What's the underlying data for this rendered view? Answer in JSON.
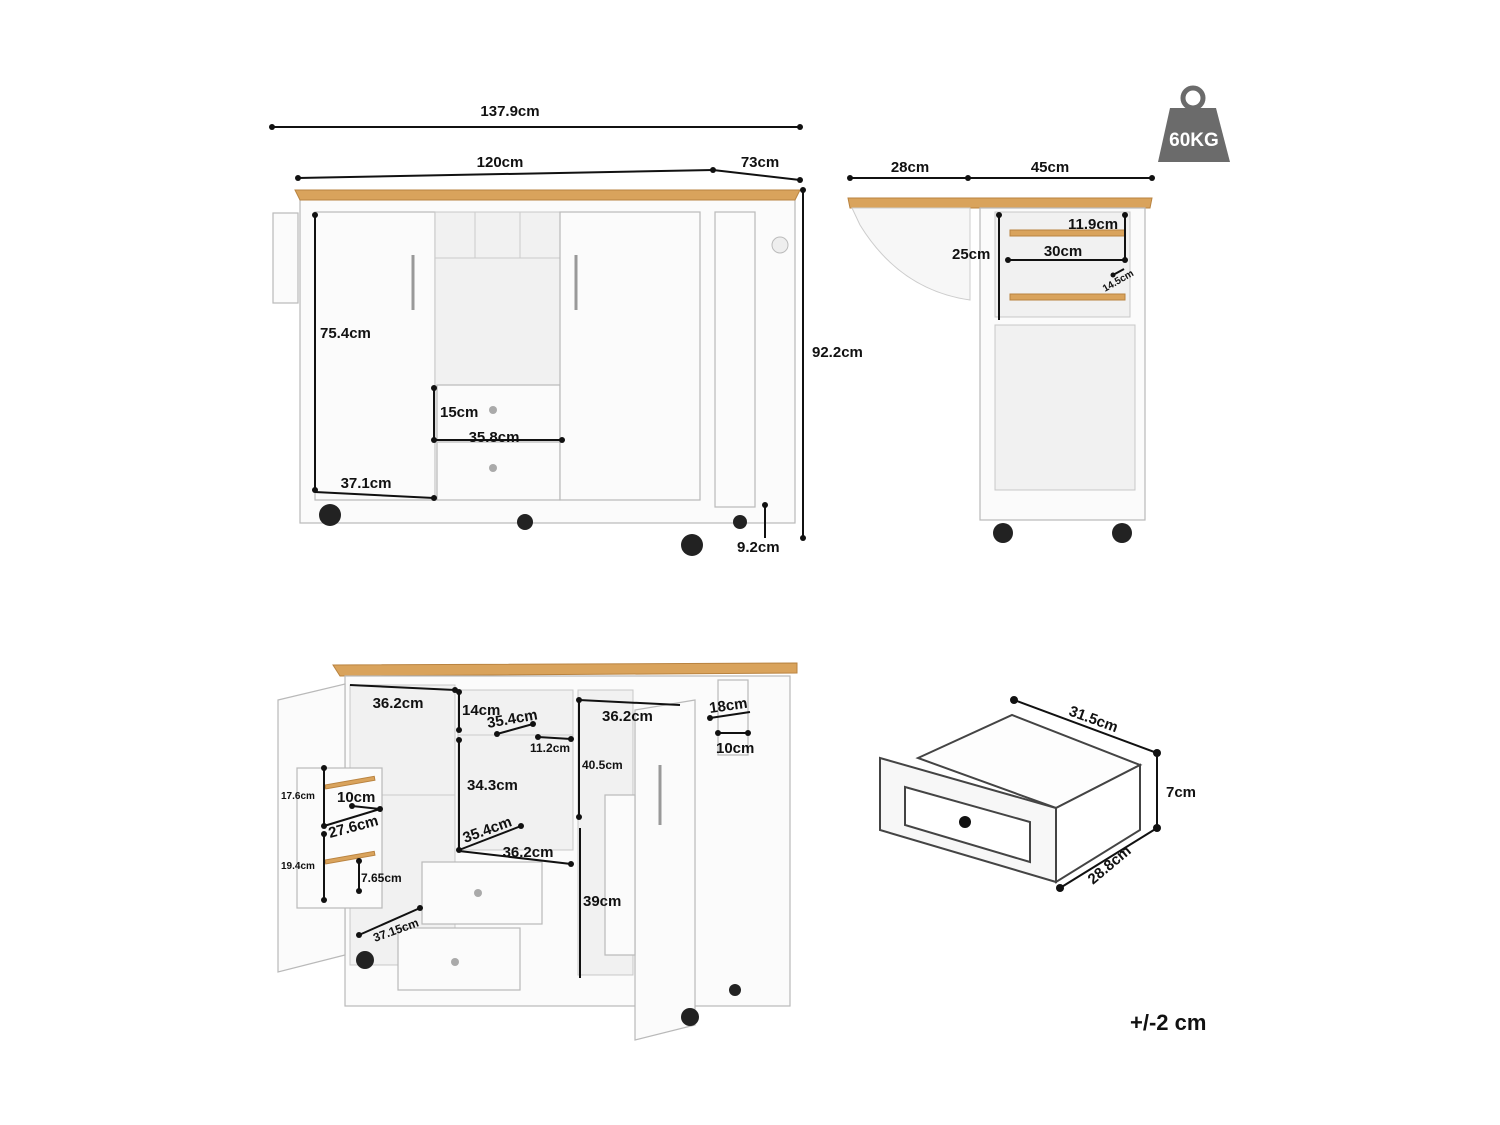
{
  "weight_badge": {
    "label": "60KG",
    "color": "#6b6b6b"
  },
  "tolerance": "+/-2 cm",
  "front_view": {
    "overall_width": "137.9cm",
    "top_width": "120cm",
    "depth": "73cm",
    "height": "92.2cm",
    "door_height": "75.4cm",
    "drawer_height": "15cm",
    "drawer_width": "35.8cm",
    "door_width": "37.1cm",
    "clearance": "9.2cm"
  },
  "side_view": {
    "drop_leaf": "28cm",
    "body_depth": "45cm",
    "rack_spacing_top": "11.9cm",
    "rack_height": "25cm",
    "rack_width": "30cm",
    "rack_depth": "14.5cm"
  },
  "open_view": {
    "left_cabinet_width": "36.2cm",
    "cubby_height": "14cm",
    "cubby_depth": "35.4cm",
    "cubby_width": "11.2cm",
    "right_cabinet_width": "36.2cm",
    "towel_bar_depth": "18cm",
    "towel_bar_width": "10cm",
    "right_upper_height": "40.5cm",
    "center_height": "34.3cm",
    "shelf_depth": "35.4cm",
    "shelf_width": "36.2cm",
    "right_lower_height": "39cm",
    "rack_upper_height": "17.6cm",
    "rack_depth": "10cm",
    "rack_width": "27.6cm",
    "rack_lower_height": "19.4cm",
    "rack_lip": "7.65cm",
    "left_cabinet_depth": "37.15cm"
  },
  "drawer_view": {
    "width": "31.5cm",
    "height": "7cm",
    "depth": "28.8cm"
  }
}
